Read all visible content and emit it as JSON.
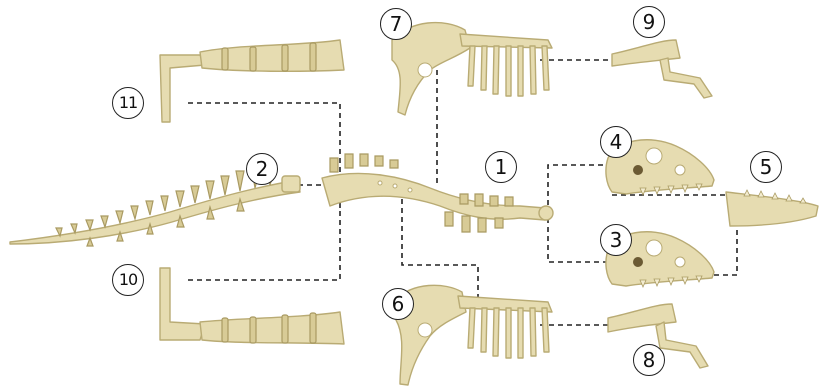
{
  "callouts": {
    "c1": "1",
    "c2": "2",
    "c3": "3",
    "c4": "4",
    "c5": "5",
    "c6": "6",
    "c7": "7",
    "c8": "8",
    "c9": "9",
    "c10": "10",
    "c11": "11"
  },
  "colors": {
    "bone": "#e6dcb1",
    "bone_outline": "#b9ab74",
    "leader_line": "#222222",
    "background": "#ffffff"
  }
}
